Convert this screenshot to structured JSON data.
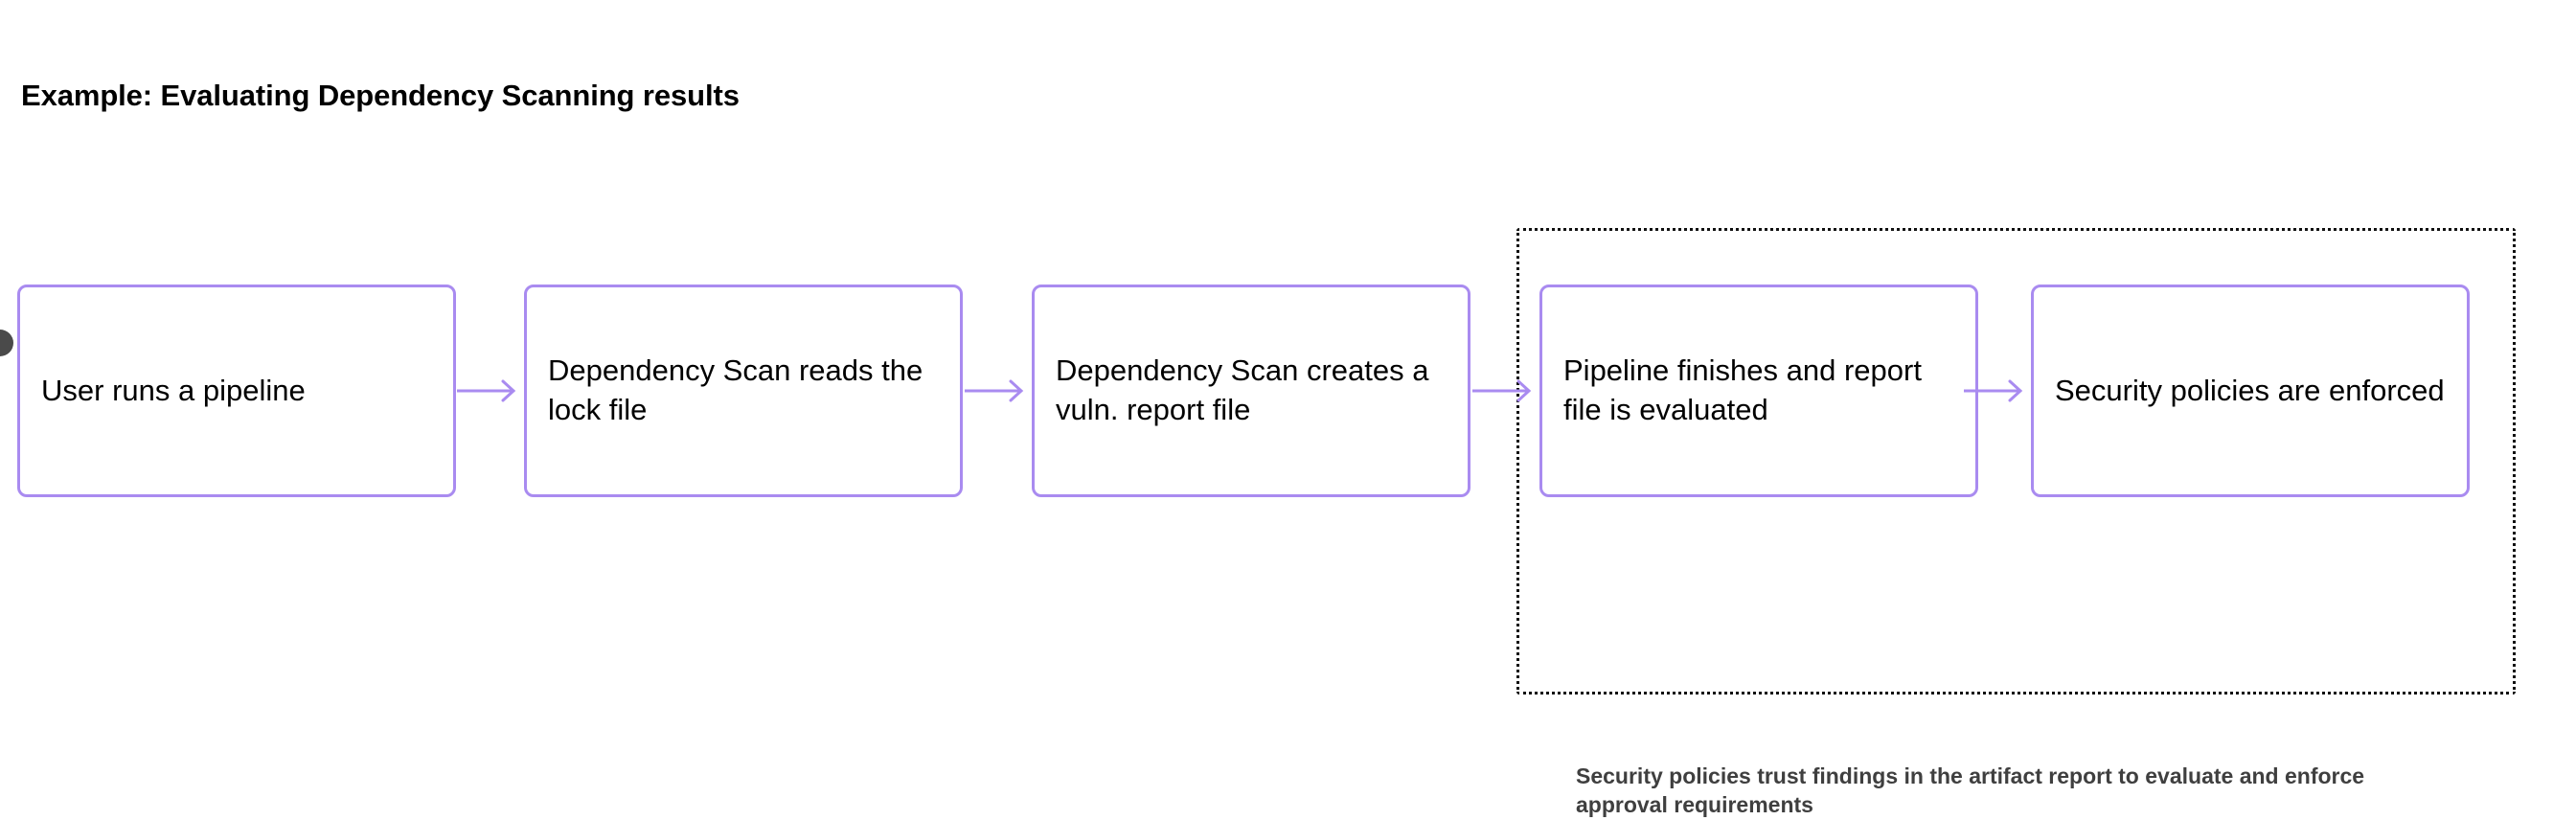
{
  "page": {
    "title": "Example: Evaluating Dependency Scanning results",
    "background_color": "#ffffff"
  },
  "diagram": {
    "type": "flowchart",
    "direction": "left-to-right",
    "node_border_color": "#a98bf0",
    "node_fill_color": "#ffffff",
    "arrow_color": "#a98bf0",
    "group_border_color": "#111111",
    "group_border_style": "dotted",
    "caption_color": "#3f3f3f",
    "title_color": "#000000",
    "nodes": [
      {
        "id": "node-1",
        "label": "User runs a pipeline"
      },
      {
        "id": "node-2",
        "label": "Dependency Scan reads the lock file"
      },
      {
        "id": "node-3",
        "label": "Dependency Scan creates a vuln. report file"
      },
      {
        "id": "node-4",
        "label": "Pipeline finishes and report file is evaluated"
      },
      {
        "id": "node-5",
        "label": "Security policies are enforced"
      }
    ],
    "arrows": [
      {
        "id": "arrow-1",
        "from": "node-1",
        "to": "node-2",
        "glyph": "arrow-right-icon"
      },
      {
        "id": "arrow-2",
        "from": "node-2",
        "to": "node-3",
        "glyph": "arrow-right-icon"
      },
      {
        "id": "arrow-3",
        "from": "node-3",
        "to": "node-4",
        "glyph": "arrow-right-icon"
      },
      {
        "id": "arrow-4",
        "from": "node-4",
        "to": "node-5",
        "glyph": "arrow-right-icon"
      }
    ],
    "group": {
      "id": "policy-evaluation-group",
      "contains": [
        "node-4",
        "node-5"
      ],
      "caption": "Security policies trust findings in the artifact report to evaluate and enforce approval requirements"
    },
    "edge_marker": {
      "id": "left-edge-dot",
      "color": "#4a4a4a",
      "shape": "circle"
    }
  }
}
